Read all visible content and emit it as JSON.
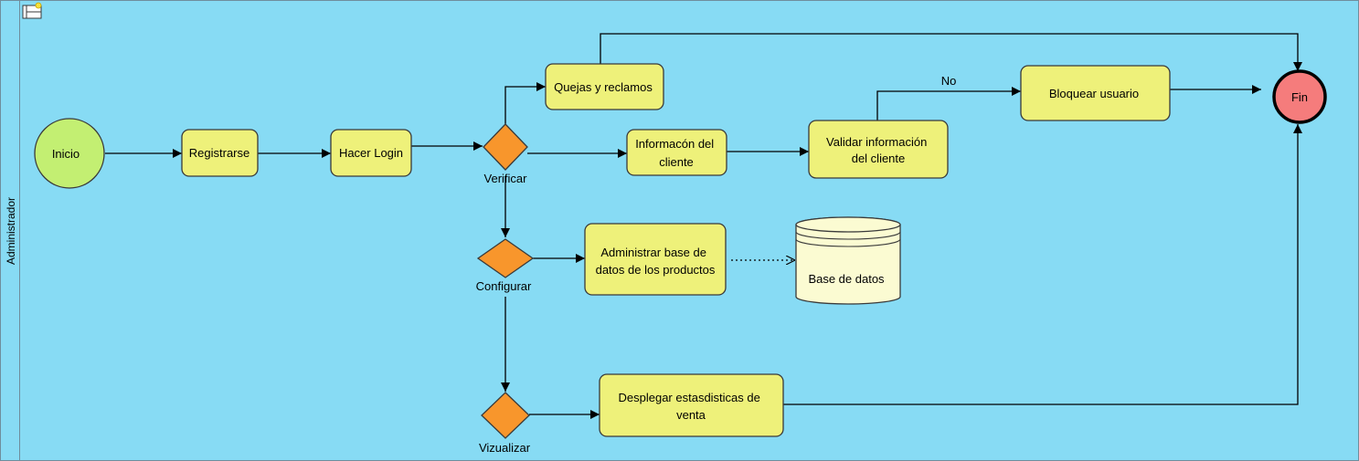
{
  "pool": {
    "lane_label": "Administrador"
  },
  "events": {
    "start": "Inicio",
    "end": "Fin"
  },
  "tasks": {
    "registrarse": "Registrarse",
    "hacer_login": "Hacer Login",
    "quejas": "Quejas y reclamos",
    "info_cliente": [
      "Informacón del",
      "cliente"
    ],
    "validar": [
      "Validar información",
      "del cliente"
    ],
    "bloquear": "Bloquear usuario",
    "administrar": [
      "Administrar base de",
      "datos de los productos"
    ],
    "desplegar": [
      "Desplegar  estasdisticas de",
      "venta"
    ]
  },
  "gateways": {
    "verificar": "Verificar",
    "configurar": "Configurar",
    "vizualizar": "Vizualizar"
  },
  "data_store": {
    "label": "Base de datos"
  },
  "flow_labels": {
    "no": "No"
  },
  "colors": {
    "lane_bg": "#87dbf4",
    "task_fill": "#eef17a",
    "start_fill": "#c3ef72",
    "end_fill": "#f57c7c",
    "gateway_fill": "#f8962c",
    "store_fill": "#fbfbd2"
  }
}
